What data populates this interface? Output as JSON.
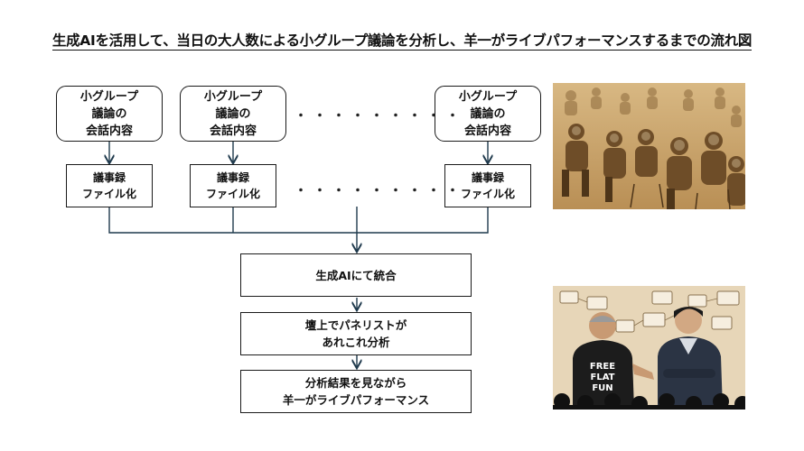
{
  "title": "生成AIを活用して、当日の大人数による小グループ議論を分析し、羊一がライブパフォーマンスするまでの流れ図",
  "groups": [
    {
      "line1": "小グループ",
      "line2": "議論の",
      "line3": "会話内容"
    },
    {
      "line1": "小グループ",
      "line2": "議論の",
      "line3": "会話内容"
    },
    {
      "line1": "小グループ",
      "line2": "議論の",
      "line3": "会話内容"
    }
  ],
  "minutes": [
    {
      "line1": "議事録",
      "line2": "ファイル化"
    },
    {
      "line1": "議事録",
      "line2": "ファイル化"
    },
    {
      "line1": "議事録",
      "line2": "ファイル化"
    }
  ],
  "ellipsis": "・・・・・・・・・",
  "process": [
    {
      "line1": "生成AIにて統合",
      "line2": ""
    },
    {
      "line1": "壇上でパネリストが",
      "line2": "あれこれ分析"
    },
    {
      "line1": "分析結果を見ながら",
      "line2": "羊一がライブパフォーマンス"
    }
  ],
  "photo_panel": {
    "shirt_text": [
      "FREE",
      "FLAT",
      "FUN"
    ]
  },
  "colors": {
    "sepia": "#c9a26a",
    "line": "#1f3a4d",
    "stroke": "#1a1a1a"
  }
}
